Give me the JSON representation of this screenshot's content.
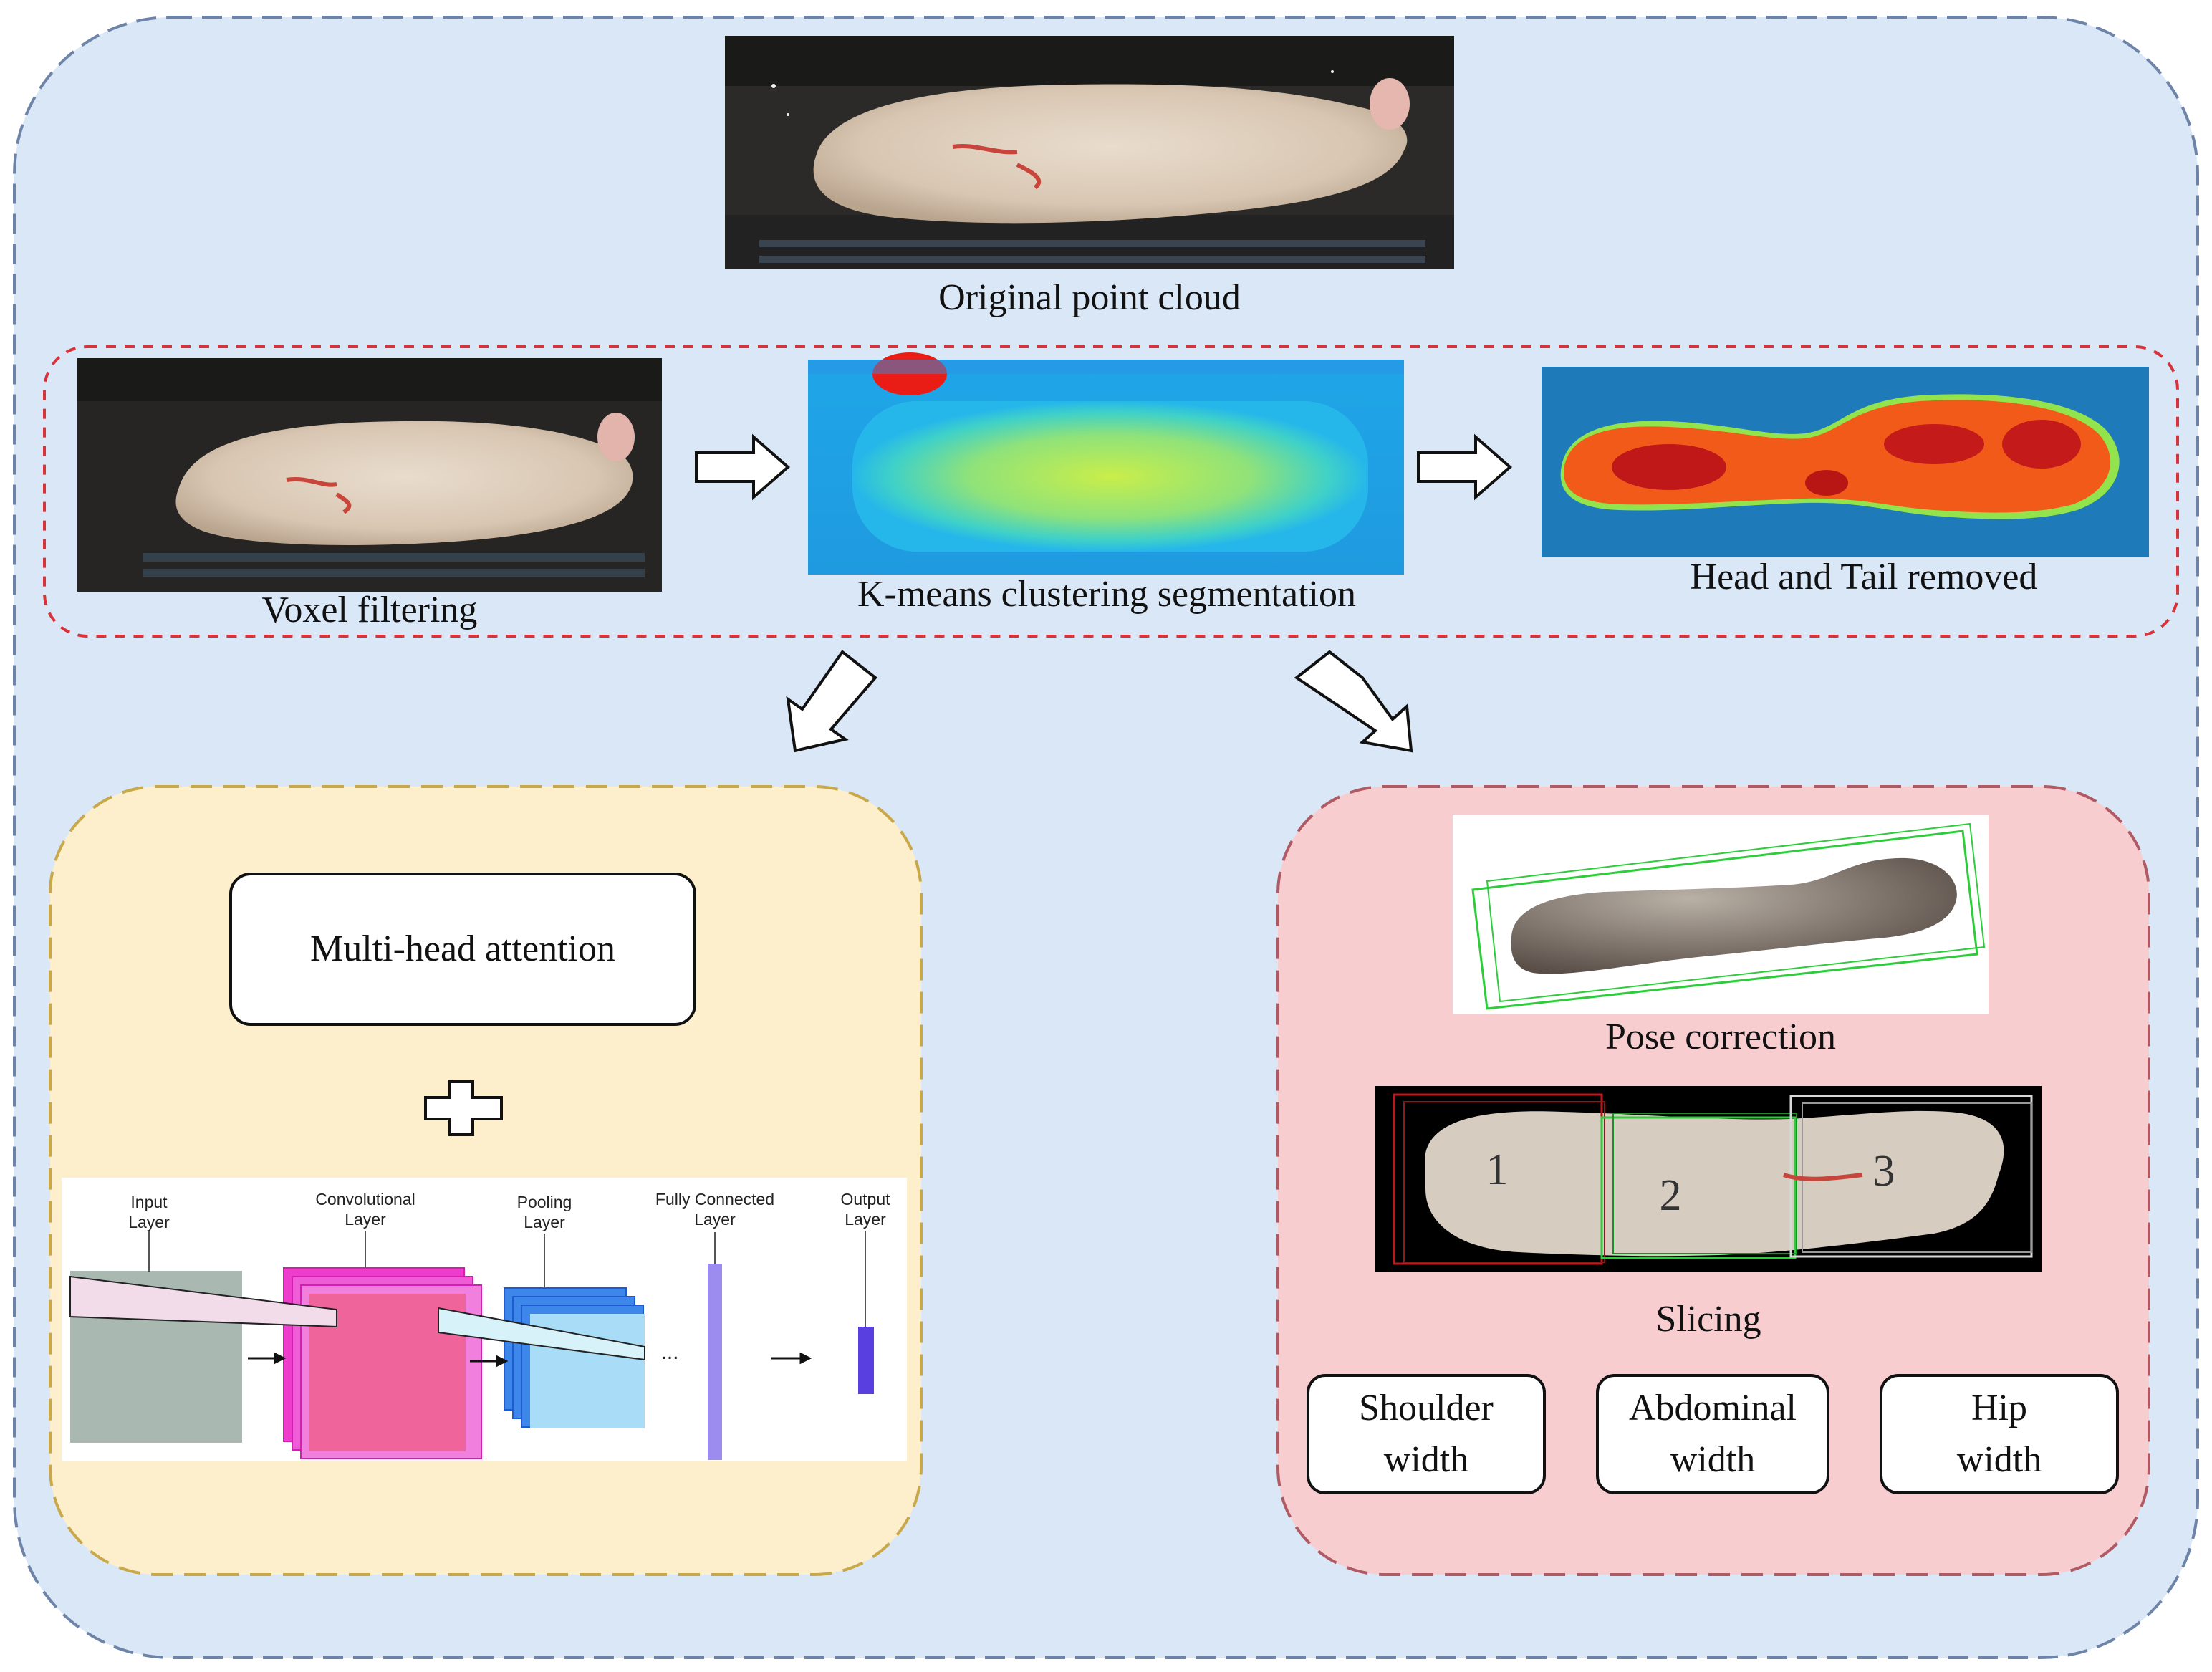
{
  "captions": {
    "original": "Original point cloud",
    "voxel": "Voxel filtering",
    "kmeans": "K-means clustering segmentation",
    "head_tail": "Head and Tail removed",
    "pose": "Pose correction",
    "slicing": "Slicing"
  },
  "attention_box": "Multi-head attention",
  "plus_symbol": "+",
  "cnn": {
    "input": [
      "Input",
      "Layer"
    ],
    "conv": [
      "Convolutional",
      "Layer"
    ],
    "pool": [
      "Pooling",
      "Layer"
    ],
    "fc": [
      "Fully Connected",
      "Layer"
    ],
    "output": [
      "Output",
      "Layer"
    ],
    "ellipsis": "..."
  },
  "slice_labels": [
    "1",
    "2",
    "3"
  ],
  "measurements": [
    {
      "line1": "Shoulder",
      "line2": "width"
    },
    {
      "line1": "Abdominal",
      "line2": "width"
    },
    {
      "line1": "Hip",
      "line2": "width"
    }
  ],
  "colors": {
    "outer_bg": "#dae7f7",
    "outer_border": "#6d84a8",
    "dashed_red": "#d8333a",
    "yellow_bg": "#fdefcc",
    "yellow_border": "#c9a84a",
    "pink_bg": "#f7cdd0",
    "pink_border": "#b05b63"
  }
}
